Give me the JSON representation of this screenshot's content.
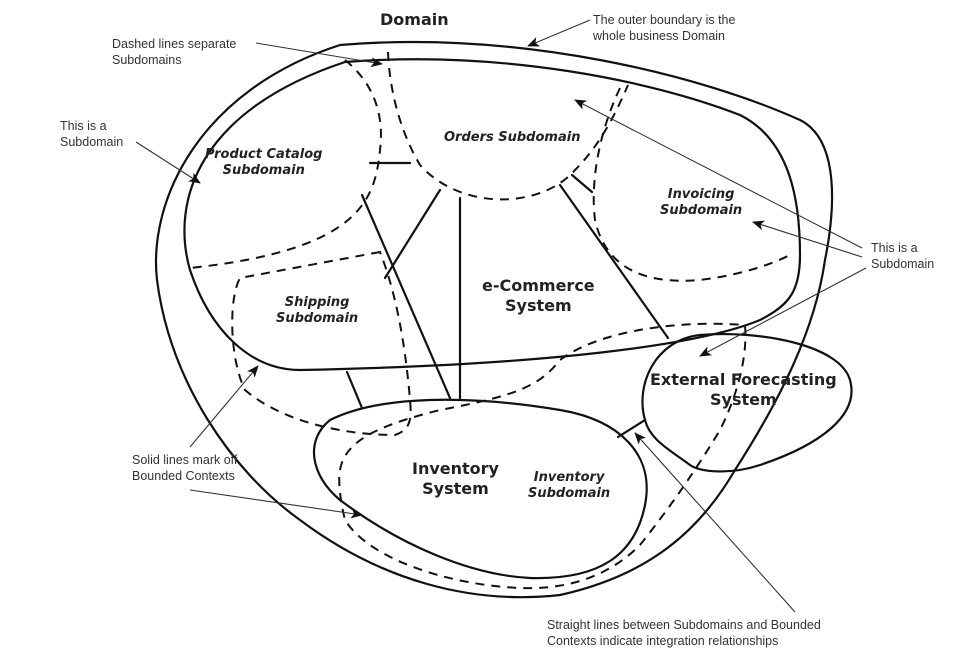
{
  "title": "Domain",
  "subdomains": {
    "product_catalog": "Product Catalog\nSubdomain",
    "orders": "Orders Subdomain",
    "invoicing": "Invoicing\nSubdomain",
    "shipping": "Shipping\nSubdomain",
    "inventory": "Inventory\nSubdomain"
  },
  "systems": {
    "ecommerce": "e-Commerce\nSystem",
    "inventory": "Inventory\nSystem",
    "external_forecasting": "External Forecasting\nSystem"
  },
  "annotations": {
    "dashed_lines": "Dashed lines separate\nSubdomains",
    "outer_boundary": "The outer boundary is the\nwhole business Domain",
    "subdomain_left": "This is a\nSubdomain",
    "subdomain_right": "This is a\nSubdomain",
    "solid_lines": "Solid lines mark off\nBounded Contexts",
    "straight_lines": "Straight lines between Subdomains and Bounded\nContexts indicate integration relationships"
  },
  "colors": {
    "line": "#111111",
    "annotation": "#333333",
    "background": "#ffffff"
  }
}
